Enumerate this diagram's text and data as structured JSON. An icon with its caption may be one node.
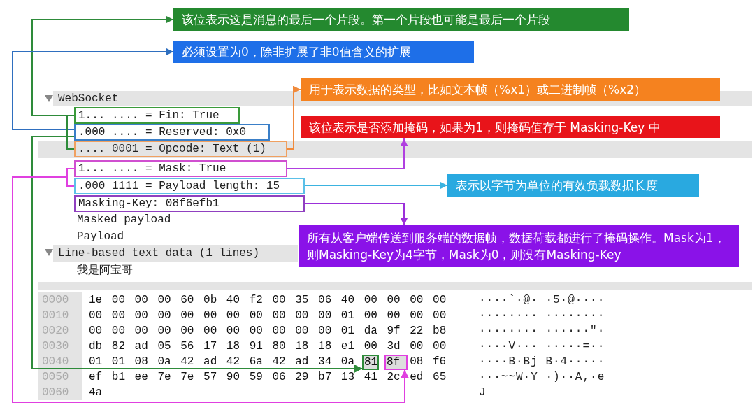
{
  "diagram": {
    "nodes": [
      {
        "text": [
          "该位表示这是消息的最后一个片段。第一个片段也可能是最后一个片段"
        ]
      },
      {
        "text": [
          "必须设置为0，除非扩展了非0值含义的扩展"
        ]
      },
      {
        "text": [
          "用于表示数据的类型，比如文本帧（%x1）或二进制帧（%x2）"
        ]
      },
      {
        "text": [
          "该位表示是否添加掩码，如果为1，则掩码值存于 Masking-Key 中"
        ]
      },
      {
        "text": [
          "1... .... = Fin: True"
        ]
      },
      {
        "text": [
          ".000 .... = Reserved: 0x0"
        ]
      },
      {
        "text": [
          ".... 0001 = Opcode: Text (1)"
        ]
      },
      {
        "text": [
          "1... .... = Mask: True"
        ]
      },
      {
        "text": [
          ".000 1111 = Payload length: 15"
        ]
      },
      {
        "text": [
          "表示以字节为单位的有效负载数据长度"
        ]
      },
      {
        "text": [
          "Masking-Key: 08f6efb1"
        ]
      },
      {
        "text": [
          "所有从客户端传送到服务端的数据帧，数据荷载都进行了掩码操作。Mask为1，则Masking-Key为4字节，Mask为0，则没有Masking-Key"
        ]
      },
      {
        "text": [
          "81"
        ]
      },
      {
        "text": [
          "8f"
        ]
      }
    ],
    "edges": [
      {
        "from": 4,
        "to": 0,
        "arrow": "to",
        "color": "#2e8b3a"
      },
      {
        "from": 5,
        "to": 1,
        "arrow": "to",
        "color": "#2f6fbf"
      },
      {
        "from": 6,
        "to": 2,
        "arrow": "to",
        "color": "#f08a3c"
      },
      {
        "from": 7,
        "to": 3,
        "arrow": "to",
        "color": "#b040e0"
      },
      {
        "from": 8,
        "to": 9,
        "arrow": "to",
        "color": "#3bb3e0"
      },
      {
        "from": 10,
        "to": 11,
        "arrow": "to",
        "color": "#9b30d9"
      },
      {
        "from": 4,
        "to": 12,
        "arrow": "to",
        "color": "#2e8b3a"
      },
      {
        "from": 5,
        "to": 12,
        "arrow": "to",
        "color": "#2e8b3a"
      },
      {
        "from": 6,
        "to": 12,
        "arrow": "to",
        "color": "#2e8b3a"
      },
      {
        "from": 7,
        "to": 13,
        "arrow": "to",
        "color": "#e040e0"
      },
      {
        "from": 8,
        "to": 13,
        "arrow": "to",
        "color": "#e040e0"
      }
    ],
    "labels": [
      "WebSocket",
      "Masked payload",
      "Payload",
      "Line-based text data (1 lines)",
      "我是阿宝哥",
      "0000",
      "1e 00 00 00 60 0b 40 f2 00 35 06 40 00 00 00 00",
      "····`·@· ·5·@····",
      "0010",
      "00 00 00 00 00 00 00 00 00 00 00 01 00 00 00 00",
      "········ ········",
      "0020",
      "00 00 00 00 00 00 00 00 00 00 00 01 da 9f 22 b8",
      "········ ······\"·",
      "0030",
      "db 82 ad 05 56 17 18 91 80 18 18 e1 00 3d 00 00",
      "····V··· ·····=··",
      "0040",
      "01 01 08 0a 42 ad 42 6a 42 ad 34 0a",
      "08 f6",
      "····B·Bj B·4·····",
      "0050",
      "ef b1 ee 7e 7e 57 90 59 06 29 b7 13 41 2c ed 65",
      "···~~W·Y ·)··A,·e",
      "0060",
      "4a",
      "J"
    ]
  }
}
